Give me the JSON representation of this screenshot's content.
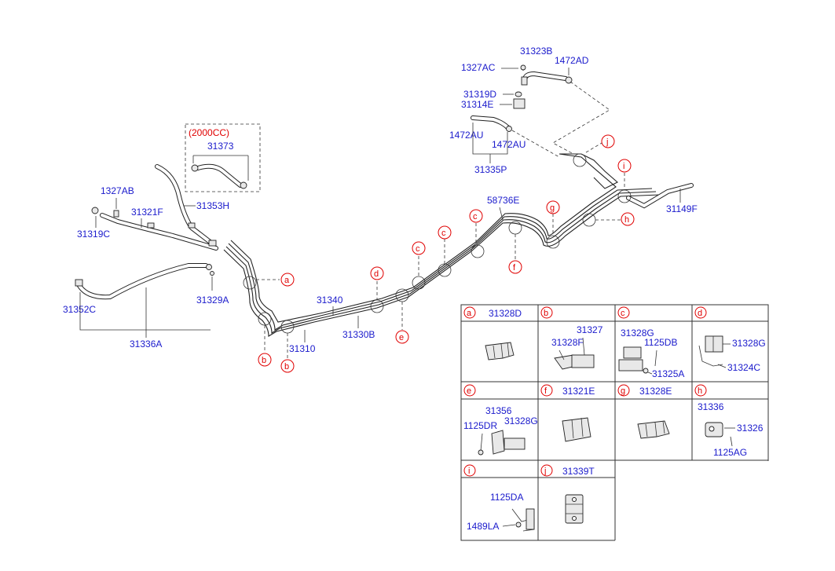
{
  "diagram": {
    "variant_note": "(2000CC)",
    "parts": {
      "p31373": "31373",
      "p31353H": "31353H",
      "p1327AB": "1327AB",
      "p31321F": "31321F",
      "p31319C": "31319C",
      "p31352C": "31352C",
      "p31329A": "31329A",
      "p31336A": "31336A",
      "p31340": "31340",
      "p31310": "31310",
      "p31330B": "31330B",
      "p58736E": "58736E",
      "p31323B": "31323B",
      "p1327AC": "1327AC",
      "p1472AD": "1472AD",
      "p31319D": "31319D",
      "p31314E": "31314E",
      "p1472AU_left": "1472AU",
      "p1472AU_right": "1472AU",
      "p31335P": "31335P",
      "p31149F": "31149F"
    },
    "callouts": {
      "a": "a",
      "b1": "b",
      "b2": "b",
      "c1": "c",
      "c2": "c",
      "c3": "c",
      "d": "d",
      "e": "e",
      "f": "f",
      "g": "g",
      "h": "h",
      "i": "i",
      "j": "j"
    }
  },
  "legend": {
    "cells": [
      {
        "key": "a",
        "parts": [
          "31328D"
        ]
      },
      {
        "key": "b",
        "parts": [
          "31327",
          "31328F"
        ]
      },
      {
        "key": "c",
        "parts": [
          "31328G",
          "1125DB",
          "31325A"
        ]
      },
      {
        "key": "d",
        "parts": [
          "31328G",
          "31324C"
        ]
      },
      {
        "key": "e",
        "parts": [
          "31356",
          "1125DR",
          "31328G"
        ]
      },
      {
        "key": "f",
        "parts": [
          "31321E"
        ]
      },
      {
        "key": "g",
        "parts": [
          "31328E"
        ]
      },
      {
        "key": "h",
        "parts": [
          "31336",
          "31326",
          "1125AG"
        ]
      },
      {
        "key": "i",
        "parts": [
          "1125DA",
          "1489LA"
        ]
      },
      {
        "key": "j",
        "parts": [
          "31339T"
        ]
      }
    ]
  },
  "colors": {
    "part_label": "#1a1acc",
    "callout": "#e00000",
    "line": "#222222"
  }
}
